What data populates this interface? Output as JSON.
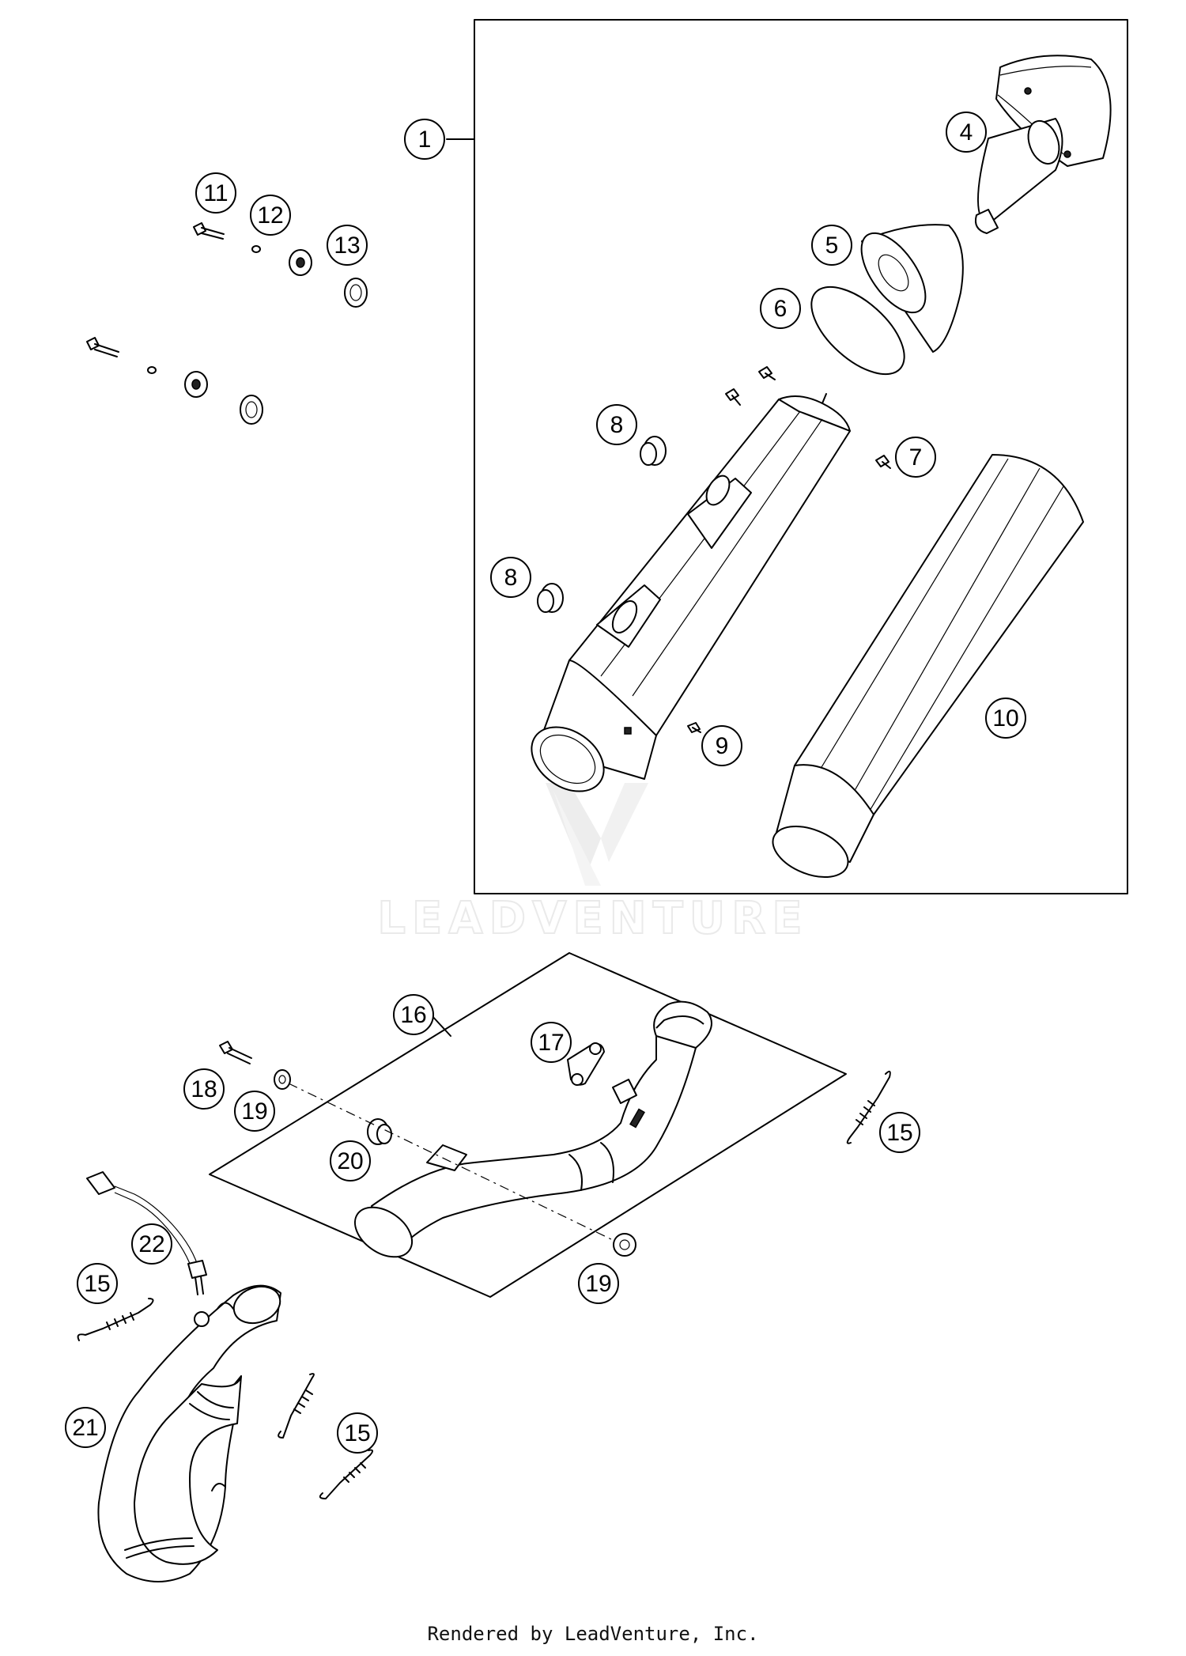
{
  "watermark_text": "LEADVENTURE",
  "footer_text": "Rendered by LeadVenture, Inc.",
  "callouts": {
    "c1": "1",
    "c4": "4",
    "c5": "5",
    "c6": "6",
    "c7": "7",
    "c8a": "8",
    "c8b": "8",
    "c9": "9",
    "c10": "10",
    "c11": "11",
    "c12": "12",
    "c13": "13",
    "c15a": "15",
    "c15b": "15",
    "c15c": "15",
    "c16": "16",
    "c17": "17",
    "c18": "18",
    "c19a": "19",
    "c19b": "19",
    "c20": "20",
    "c21": "21",
    "c22": "22"
  }
}
